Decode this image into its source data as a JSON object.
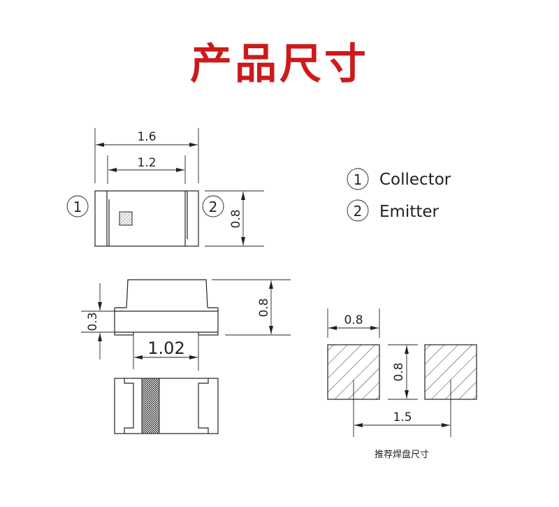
{
  "title": "产品尺寸",
  "title_color": "#cc1a1a",
  "top_view": {
    "dim_length": "1.6",
    "dim_inner": "1.2",
    "dim_width": "0.8",
    "pin1": "1",
    "pin2": "2"
  },
  "legend": [
    {
      "num": "1",
      "label": "Collector"
    },
    {
      "num": "2",
      "label": "Emitter"
    }
  ],
  "side_view": {
    "dim_height": "0.8",
    "dim_base": "0.3",
    "dim_pad_gap": "1.02"
  },
  "footprint": {
    "dim_pad_width": "0.8",
    "dim_pad_height": "0.8",
    "dim_pitch": "1.5",
    "caption": "推荐焊盘尺寸"
  }
}
